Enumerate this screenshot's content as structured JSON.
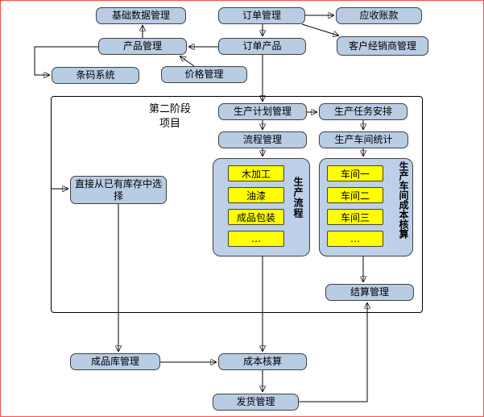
{
  "diagram": {
    "nodes": {
      "basic_data": "基础数据管理",
      "order_mgmt": "订单管理",
      "receivables": "应收账款",
      "product_mgmt": "产品管理",
      "order_product": "订单产品",
      "customer_dealer": "客户经销商管理",
      "barcode": "条码系统",
      "price_mgmt": "价格管理",
      "prod_plan": "生产计划管理",
      "prod_task": "生产任务安排",
      "process_mgmt": "流程管理",
      "workshop_stats": "生产车间统计",
      "from_stock": "直接从已有库存中选择",
      "settlement": "结算管理",
      "finished_store": "成品库管理",
      "cost_acct": "成本核算",
      "delivery": "发货管理"
    },
    "phase2_line1": "第二阶段",
    "phase2_line2": "项目",
    "production_flow": {
      "vertical_label": "生产流程",
      "steps": [
        "木加工",
        "油漆",
        "成品包装",
        "…"
      ]
    },
    "workshop_costing": {
      "vertical_label": "生产车间成本核算",
      "steps": [
        "车间一",
        "车间二",
        "车间三",
        "…"
      ]
    },
    "colors": {
      "node_fill": "#b8cce4",
      "node_border": "#404040",
      "step_fill": "#ffff00",
      "container_fill": "#bdd0e8",
      "group_border": "#000000",
      "page_border": "#ff4d4d",
      "connector": "#000000"
    }
  }
}
